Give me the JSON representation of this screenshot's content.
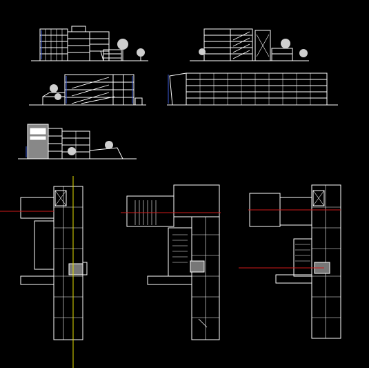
{
  "drawing": {
    "background": "#000000",
    "line_color": "#ffffff",
    "accent_blue": "#3b5bdb",
    "axis_red": "#d11a1a",
    "axis_yellow": "#e8e000",
    "tree_color": "#cfcfcf",
    "views": [
      {
        "id": "elevation-front",
        "kind": "elevation",
        "floors": 5
      },
      {
        "id": "elevation-side",
        "kind": "elevation",
        "floors": 5
      },
      {
        "id": "section-ramp",
        "kind": "section",
        "floors": 4
      },
      {
        "id": "elevation-long",
        "kind": "elevation",
        "floors": 5
      },
      {
        "id": "elevation-entrance",
        "kind": "elevation",
        "floors": 4
      },
      {
        "id": "plan-ground",
        "kind": "plan"
      },
      {
        "id": "plan-first",
        "kind": "plan"
      },
      {
        "id": "plan-second",
        "kind": "plan"
      }
    ]
  }
}
